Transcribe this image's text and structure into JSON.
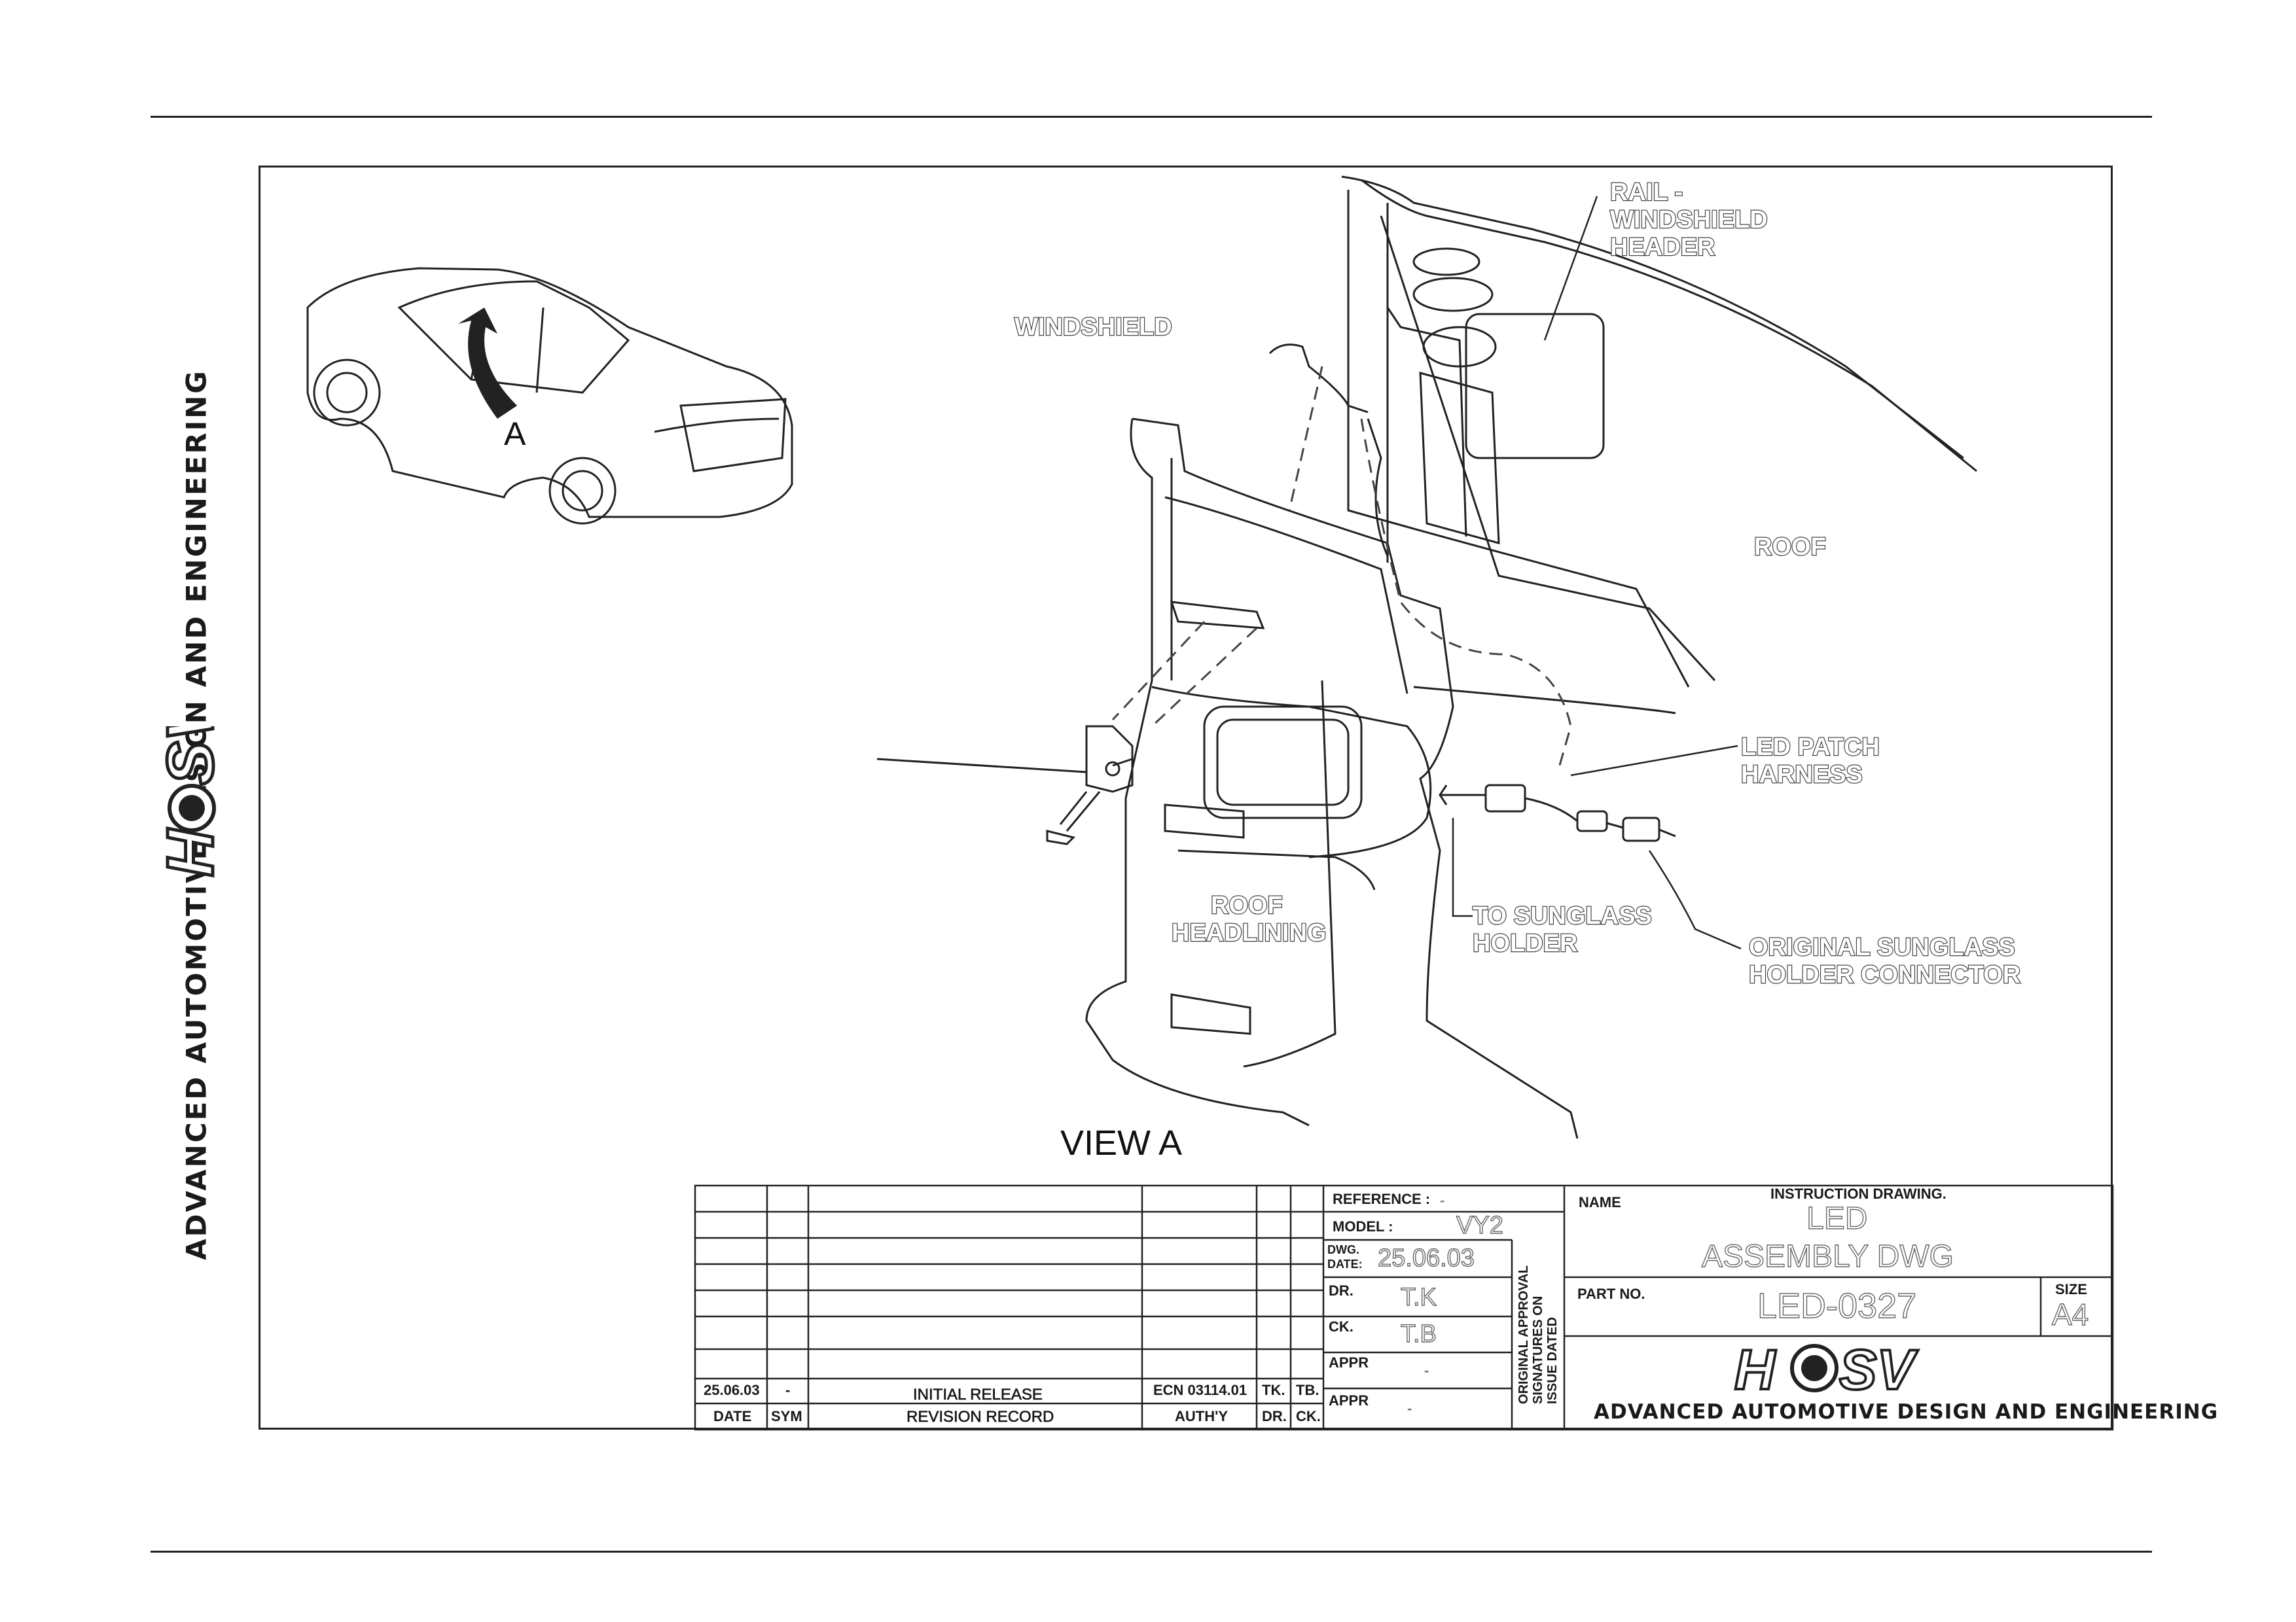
{
  "company": {
    "logo_text": "HSV",
    "tagline": "ADVANCED AUTOMOTIVE DESIGN AND ENGINEERING"
  },
  "drawing": {
    "view_marker": "A",
    "view_title": "VIEW A",
    "callouts": {
      "rail": [
        "RAIL -",
        "WINDSHIELD",
        "HEADER"
      ],
      "windshield": "WINDSHIELD",
      "roof": "ROOF",
      "led_patch": [
        "LED PATCH",
        "HARNESS"
      ],
      "to_sunglass": [
        "TO SUNGLASS",
        "HOLDER"
      ],
      "original_connector": [
        "ORIGINAL SUNGLASS",
        "HOLDER CONNECTOR"
      ],
      "roof_headlining": [
        "ROOF",
        "HEADLINING"
      ]
    }
  },
  "title_block": {
    "reference_label": "REFERENCE :",
    "reference_value": "-",
    "model_label": "MODEL :",
    "model_value": "VY2",
    "dwg_date_label_1": "DWG.",
    "dwg_date_label_2": "DATE:",
    "dwg_date_value": "25.06.03",
    "dr_label": "DR.",
    "dr_value": "T.K",
    "ck_label": "CK.",
    "ck_value": "T.B",
    "appr1_label": "APPR",
    "appr1_value": "-",
    "appr2_label": "APPR",
    "appr2_value": "-",
    "approval_note": [
      "ORIGINAL APPROVAL",
      "SIGNATURES ON",
      "ISSUE DATED"
    ],
    "name_label": "NAME",
    "instruction": "INSTRUCTION DRAWING.",
    "name_line1": "LED",
    "name_line2": "ASSEMBLY DWG",
    "part_no_label": "PART NO.",
    "part_no_value": "LED-0327",
    "size_label": "SIZE",
    "size_value": "A4"
  },
  "revisions": {
    "rows": [
      {
        "date": "25.06.03",
        "sym": "-",
        "record": "INITIAL RELEASE",
        "auth": "ECN 03114.01",
        "dr": "TK.",
        "ck": "TB."
      }
    ],
    "headers": {
      "date": "DATE",
      "sym": "SYM",
      "record": "REVISION RECORD",
      "auth": "AUTH'Y",
      "dr": "DR.",
      "ck": "CK."
    }
  }
}
